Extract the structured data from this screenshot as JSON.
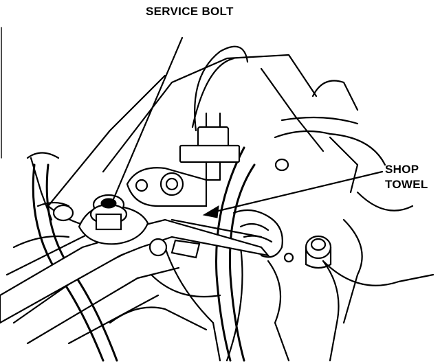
{
  "labels": {
    "service_bolt": "SERVICE BOLT",
    "shop_towel_line1": "SHOP",
    "shop_towel_line2": "TOWEL"
  },
  "colors": {
    "ink": "#000000",
    "paper": "#ffffff"
  }
}
